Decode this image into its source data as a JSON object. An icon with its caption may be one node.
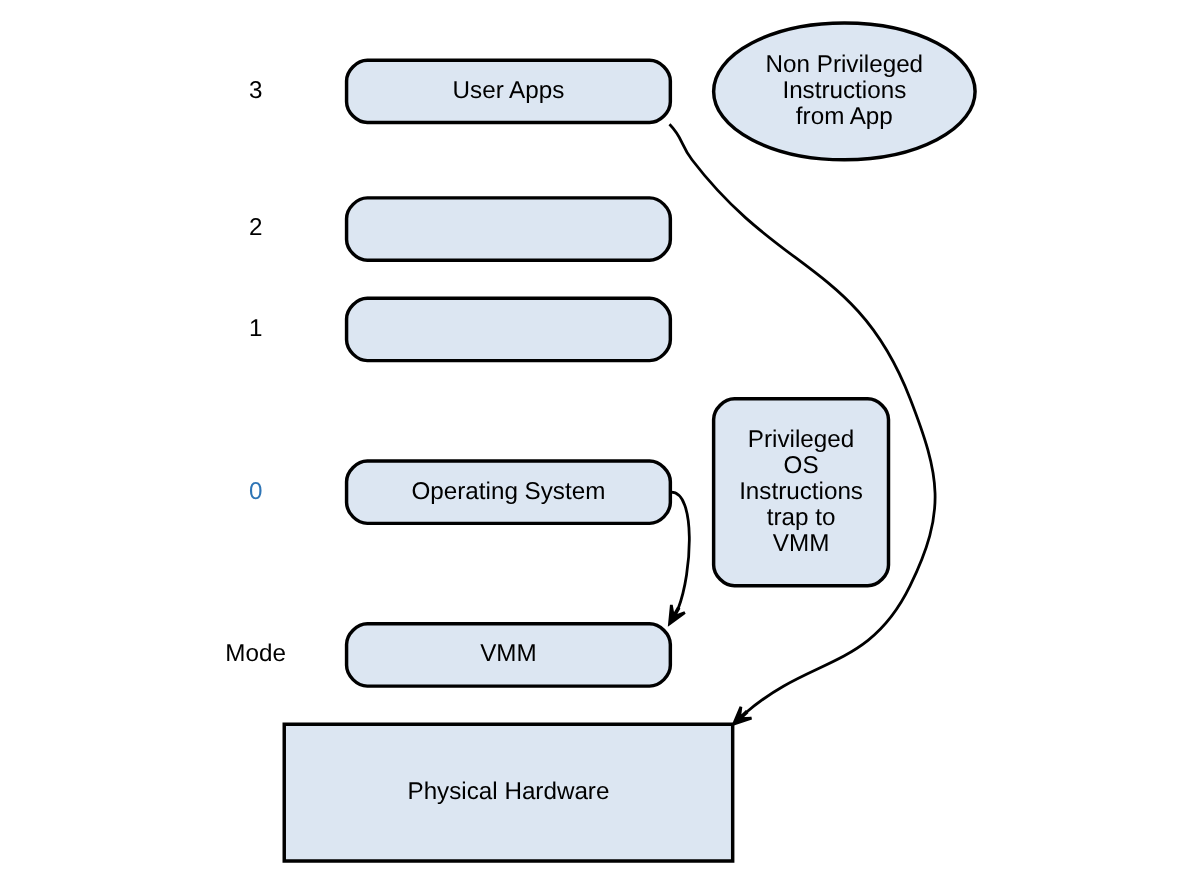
{
  "diagram": {
    "nodes": [
      {
        "text": [
          "User Apps"
        ]
      },
      {
        "text": [
          "Non Privileged Instructions from App"
        ]
      },
      {
        "text": [],
        "shape": "box"
      },
      {
        "text": [],
        "shape": "box"
      },
      {
        "text": [
          "Operating System"
        ]
      },
      {
        "text": [
          "Privileged OS Instructions trap to VMM"
        ]
      },
      {
        "text": [
          "VMM"
        ]
      },
      {
        "text": [
          "Physical Hardware"
        ]
      }
    ],
    "edges": [
      {
        "from": 0,
        "to": 7,
        "arrow": "to"
      },
      {
        "from": 4,
        "to": 6,
        "arrow": "to"
      }
    ],
    "labels": [
      "3",
      "2",
      "1",
      "0",
      "Mode"
    ]
  }
}
